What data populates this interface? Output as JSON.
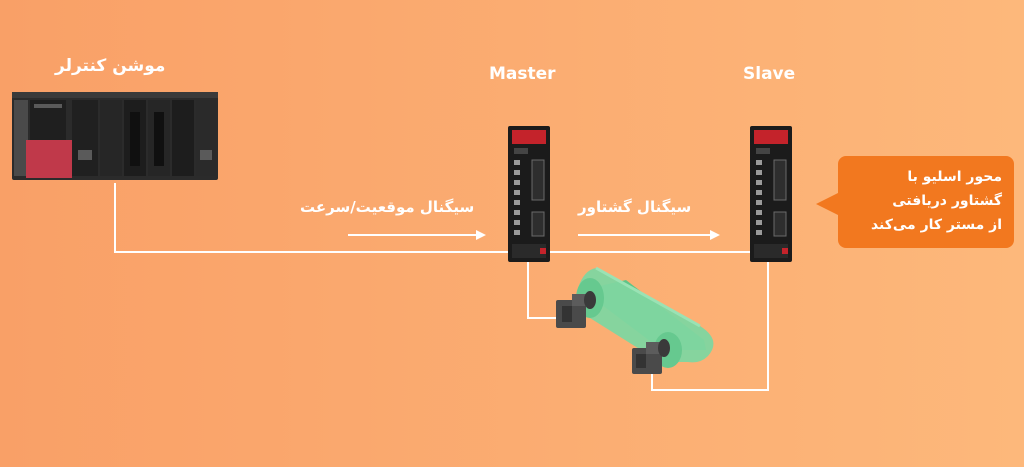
{
  "nodes": {
    "controller": "موشن کنترلر",
    "master": "Master",
    "slave": "Slave"
  },
  "signals": {
    "position_speed": "سیگنال موقعیت/سرعت",
    "encoder": "سیگنال گشتاور"
  },
  "callout": {
    "text": "محور اسلیو با\nگشتاور دریافتی\nاز مستر کار می‌کند"
  },
  "colors": {
    "background": "#fba56b",
    "accent_callout": "#f2781f",
    "conveyor_belt": "#7fd6a0",
    "drive_body": "#1b1b1b",
    "drive_red": "#c4232b"
  }
}
